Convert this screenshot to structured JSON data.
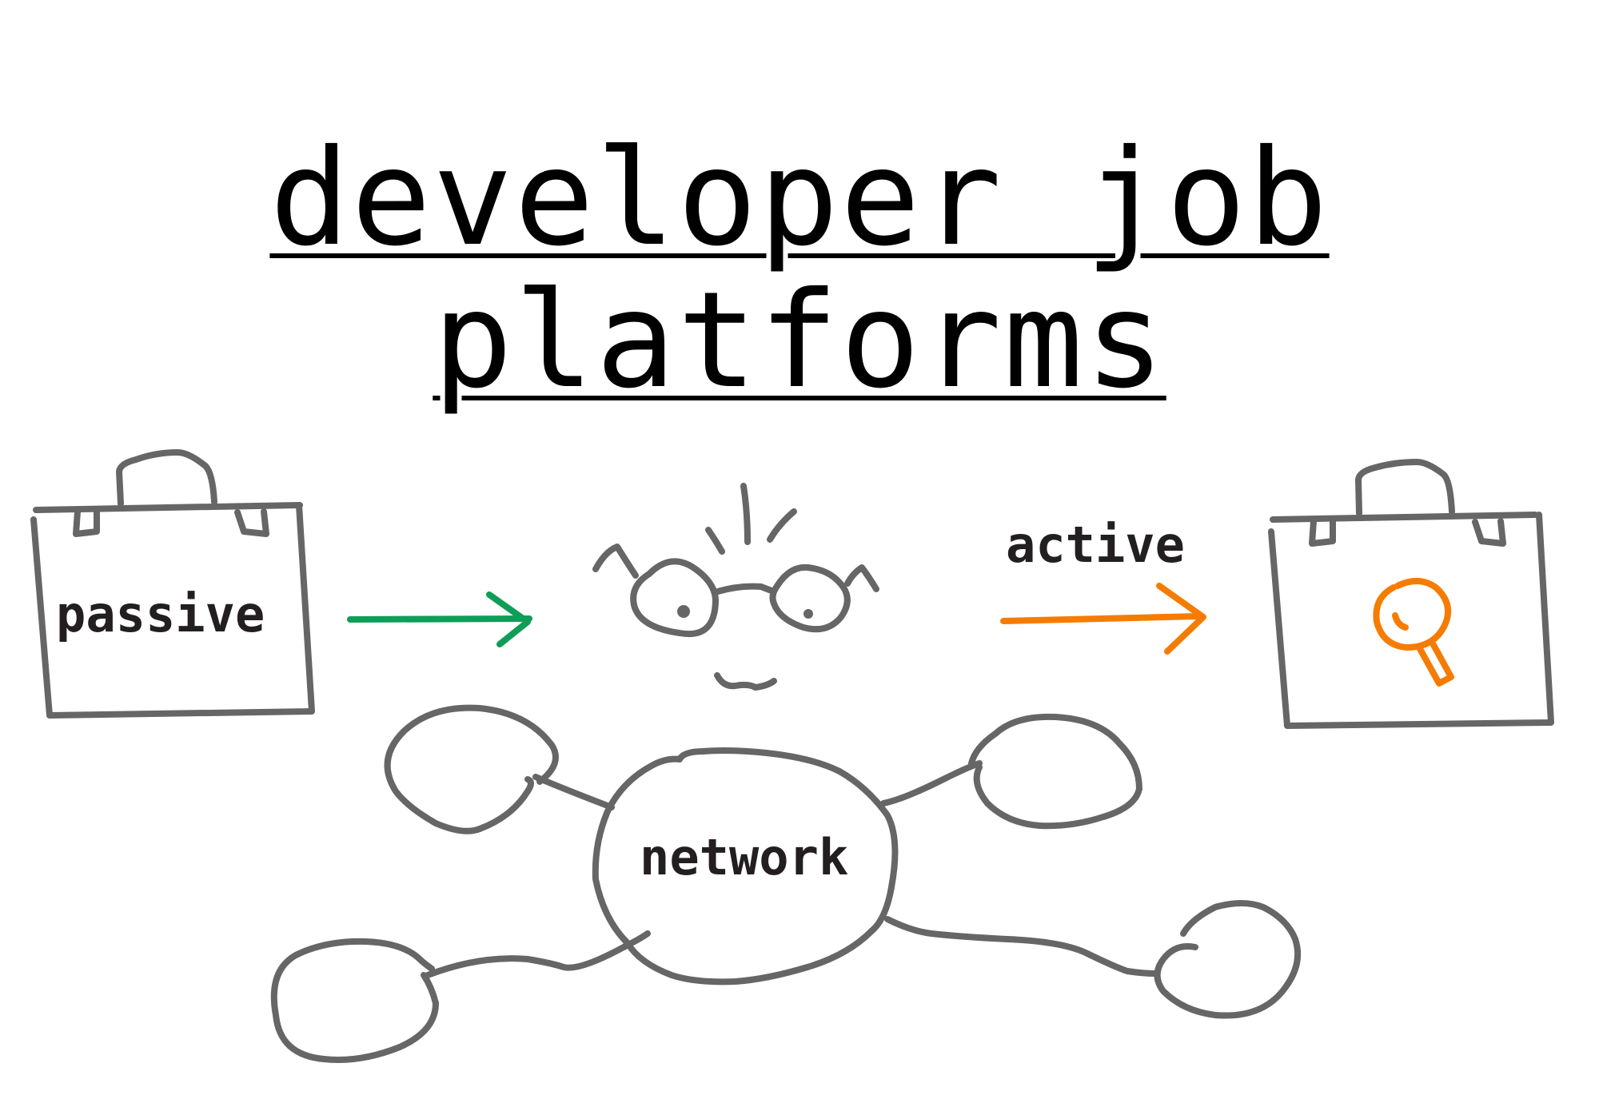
{
  "title": {
    "line1": "developer job",
    "line2": "platforms"
  },
  "labels": {
    "passive": "passive",
    "active": "active",
    "network": "network"
  },
  "colors": {
    "ink": "#666666",
    "text": "#231f20",
    "passive_arrow": "#0f9d58",
    "active_arrow": "#f57c00",
    "search_icon": "#f57c00"
  },
  "icons": {
    "passive_briefcase": "briefcase-icon",
    "active_briefcase": "briefcase-icon",
    "active_search": "magnifier-icon",
    "developer": "developer-face-icon",
    "network": "network-bubbles"
  }
}
